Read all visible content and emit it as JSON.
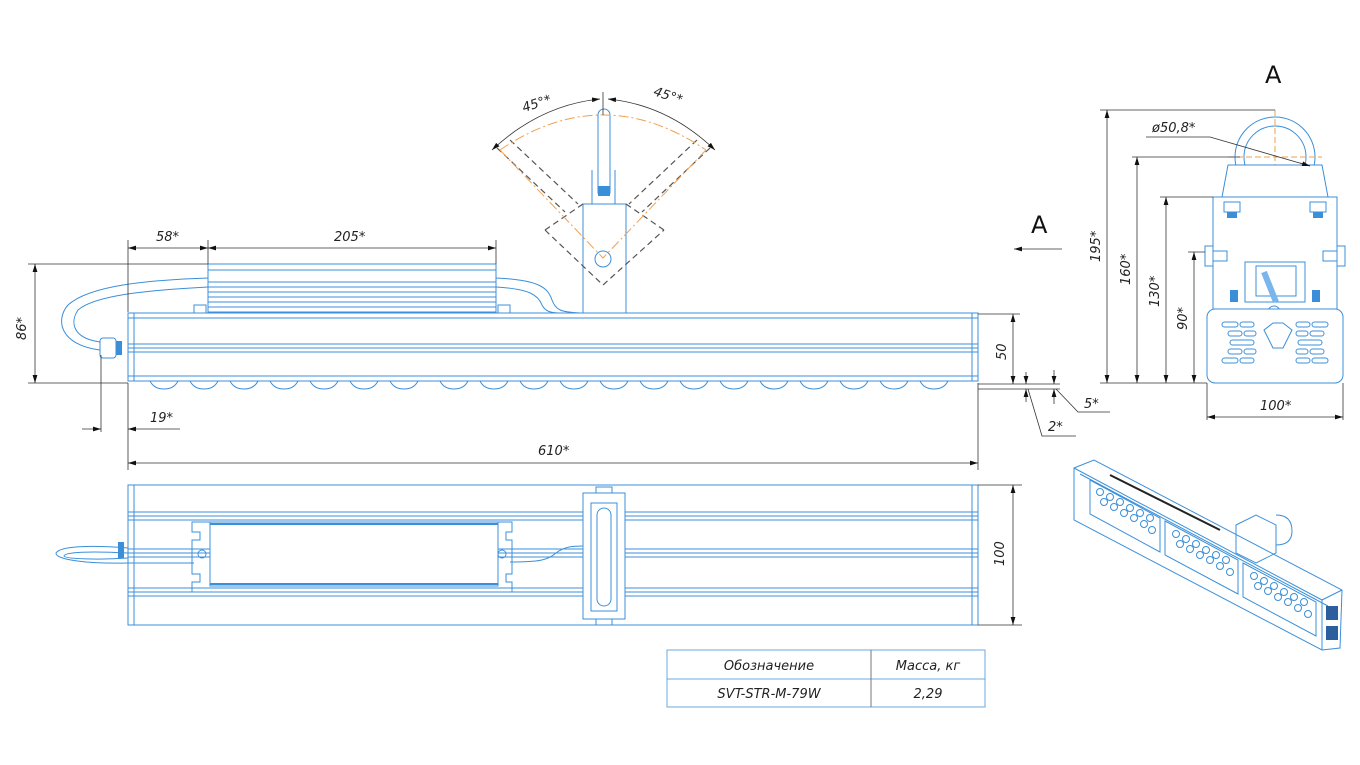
{
  "drawing": {
    "title": "SVT-STR-M-79W technical drawing",
    "side_view": {
      "dims": {
        "driver_offset": "58*",
        "driver_length": "205*",
        "overall_height": "86*",
        "gland_offset": "19*",
        "overall_length": "610*",
        "body_height": "50",
        "gap_a": "2*",
        "gap_b": "5*"
      },
      "tilt": {
        "left": "45°*",
        "right": "45°*"
      }
    },
    "top_view": {
      "dims": {
        "width": "100"
      }
    },
    "section_marker": "A",
    "end_view": {
      "label": "A",
      "dims": {
        "pipe_diameter": "ø50,8*",
        "h195": "195*",
        "h160": "160*",
        "h130": "130*",
        "h90": "90*",
        "width": "100*"
      }
    },
    "iso_view": {
      "modules": 3
    },
    "colors": {
      "line": "#3b8fd9",
      "dim": "#333333",
      "axis": "#f0a050"
    }
  },
  "spec_table": {
    "headers": [
      "Обозначение",
      "Масса, кг"
    ],
    "rows": [
      [
        "SVT-STR-M-79W",
        "2,29"
      ]
    ]
  }
}
